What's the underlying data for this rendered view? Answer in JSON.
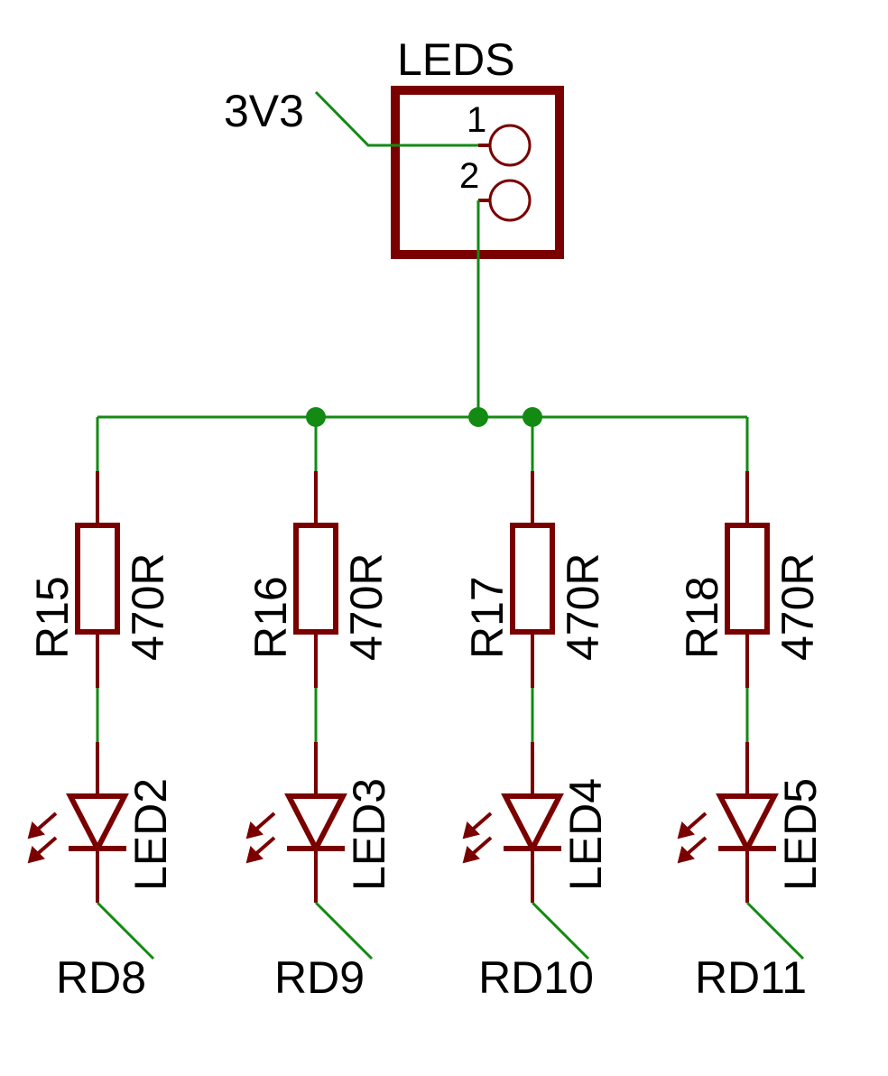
{
  "connector": {
    "name": "LEDS",
    "pins": [
      "1",
      "2"
    ]
  },
  "supply": "3V3",
  "channels": [
    {
      "resistor": "R15",
      "value": "470R",
      "led": "LED2",
      "net": "RD8"
    },
    {
      "resistor": "R16",
      "value": "470R",
      "led": "LED3",
      "net": "RD9"
    },
    {
      "resistor": "R17",
      "value": "470R",
      "led": "LED4",
      "net": "RD10"
    },
    {
      "resistor": "R18",
      "value": "470R",
      "led": "LED5",
      "net": "RD11"
    }
  ],
  "colors": {
    "wire": "#138a13",
    "component": "#7a0000",
    "text": "#000000",
    "background": "#ffffff"
  }
}
